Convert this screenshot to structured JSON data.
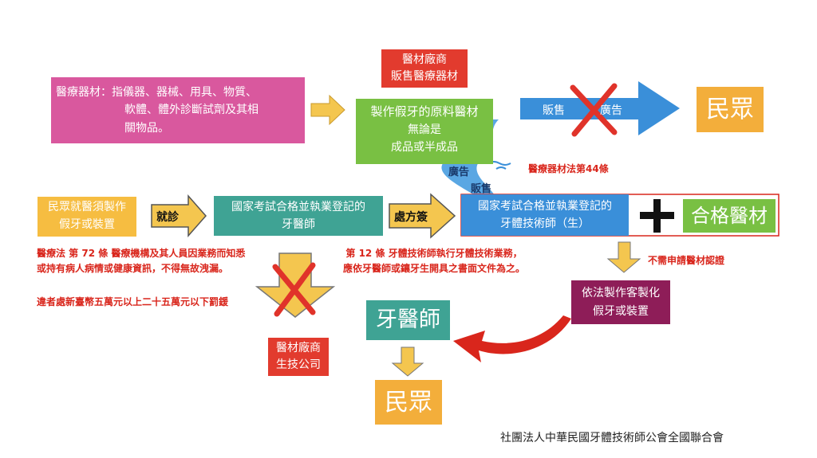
{
  "boxes": {
    "device_def": {
      "line1": "醫療器材：指儀器、器械、用具、物質、",
      "line2": "軟體、體外診斷試劑及其相",
      "line3": "關物品。"
    },
    "vendor_top": {
      "line1": "醫材廠商",
      "line2": "販售醫療器材"
    },
    "raw_material": {
      "title": "製作假牙的原料醫材",
      "line1": "無論是",
      "line2": "成品或半成品"
    },
    "public_top": "民眾",
    "public_need": {
      "line1": "民眾就醫須製作",
      "line2": "假牙或裝置"
    },
    "dentist_exam": {
      "line1": "國家考試合格並執業登記的",
      "line2": "牙醫師"
    },
    "technician_exam": {
      "line1": "國家考試合格並執業登記的",
      "line2": "牙體技術師（生）"
    },
    "qualified_device": "合格醫材",
    "custom_made": {
      "line1": "依法製作客製化",
      "line2": "假牙或裝置"
    },
    "dentist_big": "牙醫師",
    "vendor_bottom": {
      "line1": "醫材廠商",
      "line2": "生技公司"
    },
    "public_bottom": "民眾"
  },
  "arrows": {
    "sell": "販售",
    "advertise": "廣告",
    "visit": "就診",
    "prescription": "處方簽",
    "river_ad": "廣告",
    "river_sell": "販售"
  },
  "notes": {
    "article44": "醫療器材法第44條",
    "no_register": "不需申請醫材認證",
    "medical_law_1": "醫療法 第 72 條 醫療機構及其人員因業務而知悉",
    "medical_law_2": "或持有病人病情或健康資訊，不得無故洩漏。",
    "penalty": "違者處新臺幣五萬元以上二十五萬元以下罰鍰",
    "article12_1": "第 12 條 牙體技術師執行牙體技術業務，",
    "article12_2": "應依牙醫師或鑲牙生開具之書面文件為之。"
  },
  "footer": "社團法人中華民國牙體技術師公會全國聯合會",
  "colors": {
    "pink": "#d9589e",
    "red": "#e23b2e",
    "green": "#79c043",
    "blue": "#3a8fd9",
    "orange": "#f3ae3b",
    "yellow_box": "#f6bd41",
    "teal": "#3fa394",
    "maroon": "#8e1d58",
    "arrow_yellow": "#f4c64f",
    "cross_red": "#e0332a"
  }
}
